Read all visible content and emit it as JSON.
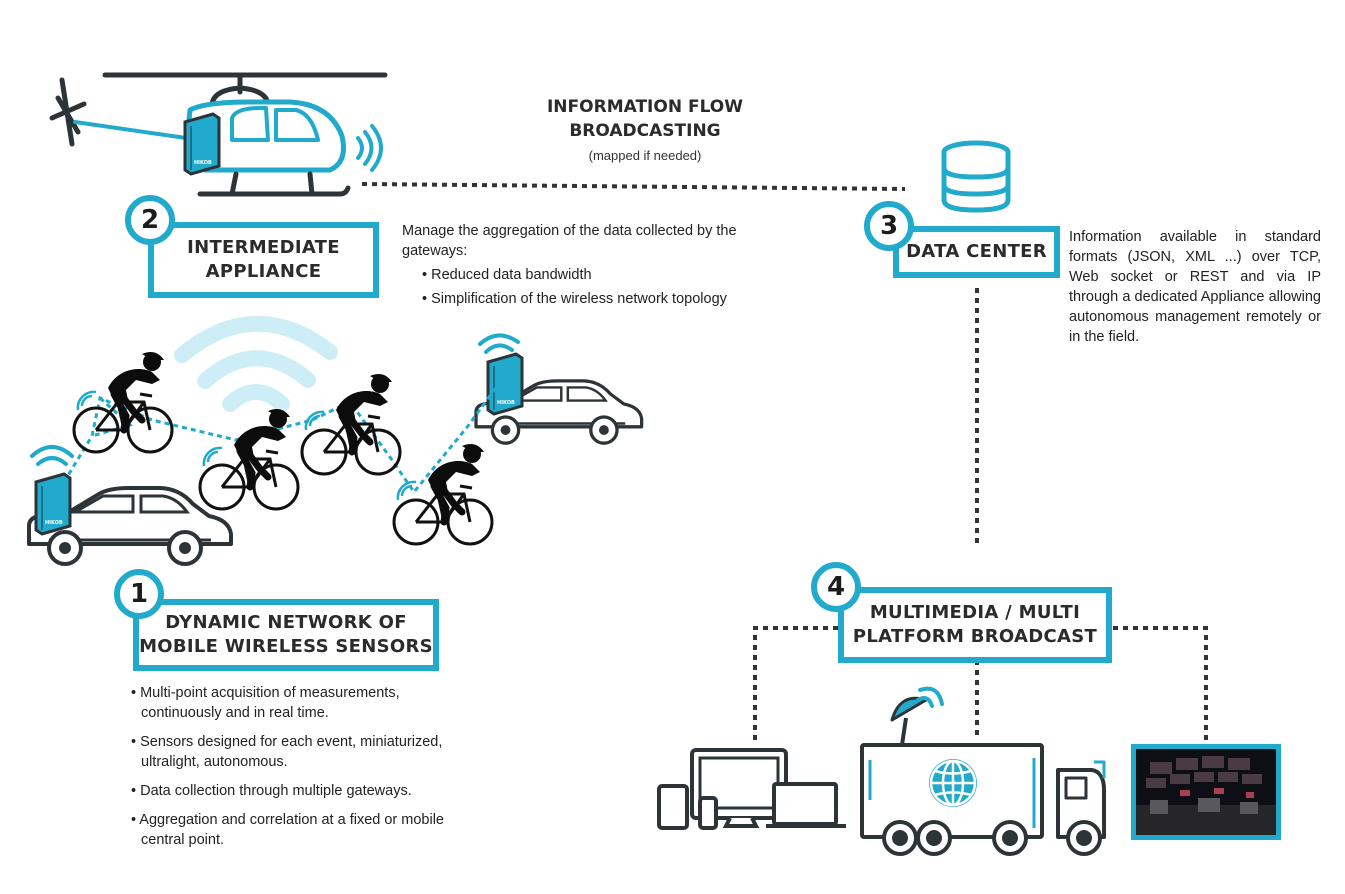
{
  "flow": {
    "title_line1": "INFORMATION FLOW",
    "title_line2": "BROADCASTING",
    "subtitle": "(mapped if needed)"
  },
  "steps": [
    {
      "number": "1",
      "line1": "DYNAMIC NETWORK OF",
      "line2": "MOBILE WIRELESS SENSORS"
    },
    {
      "number": "2",
      "line1": "INTERMEDIATE",
      "line2": "APPLIANCE"
    },
    {
      "number": "3",
      "line1": "DATA CENTER",
      "line2": ""
    },
    {
      "number": "4",
      "line1": "MULTIMEDIA / MULTI",
      "line2": "PLATFORM BROADCAST"
    }
  ],
  "intermediate_desc": {
    "intro": "Manage the aggregation of the data collected by the gateways:",
    "items": [
      "• Reduced data bandwidth",
      "• Simplification of the wireless network topology"
    ]
  },
  "datacenter_desc": "Information available in standard formats (JSON, XML ...) over TCP, Web socket or REST and via IP through a dedicated Appliance allowing autonomous management remotely or in the field.",
  "sensor_bullets": [
    "• Multi-point acquisition of measurements, continuously and in real time.",
    "• Sensors designed for each event, miniaturized, ultralight, autonomous.",
    "• Data collection through multiple gateways.",
    "• Aggregation and correlation at a fixed or mobile central point."
  ],
  "device_brand": "HIKOB",
  "colors": {
    "accent": "#22aacd",
    "dark": "#1f2a30",
    "text": "#2b2b2b"
  },
  "icons": [
    "helicopter-icon",
    "database-icon",
    "car-icon",
    "cyclist-icon",
    "wifi-icon",
    "devices-icon",
    "broadcast-truck-icon",
    "control-room-icon"
  ]
}
